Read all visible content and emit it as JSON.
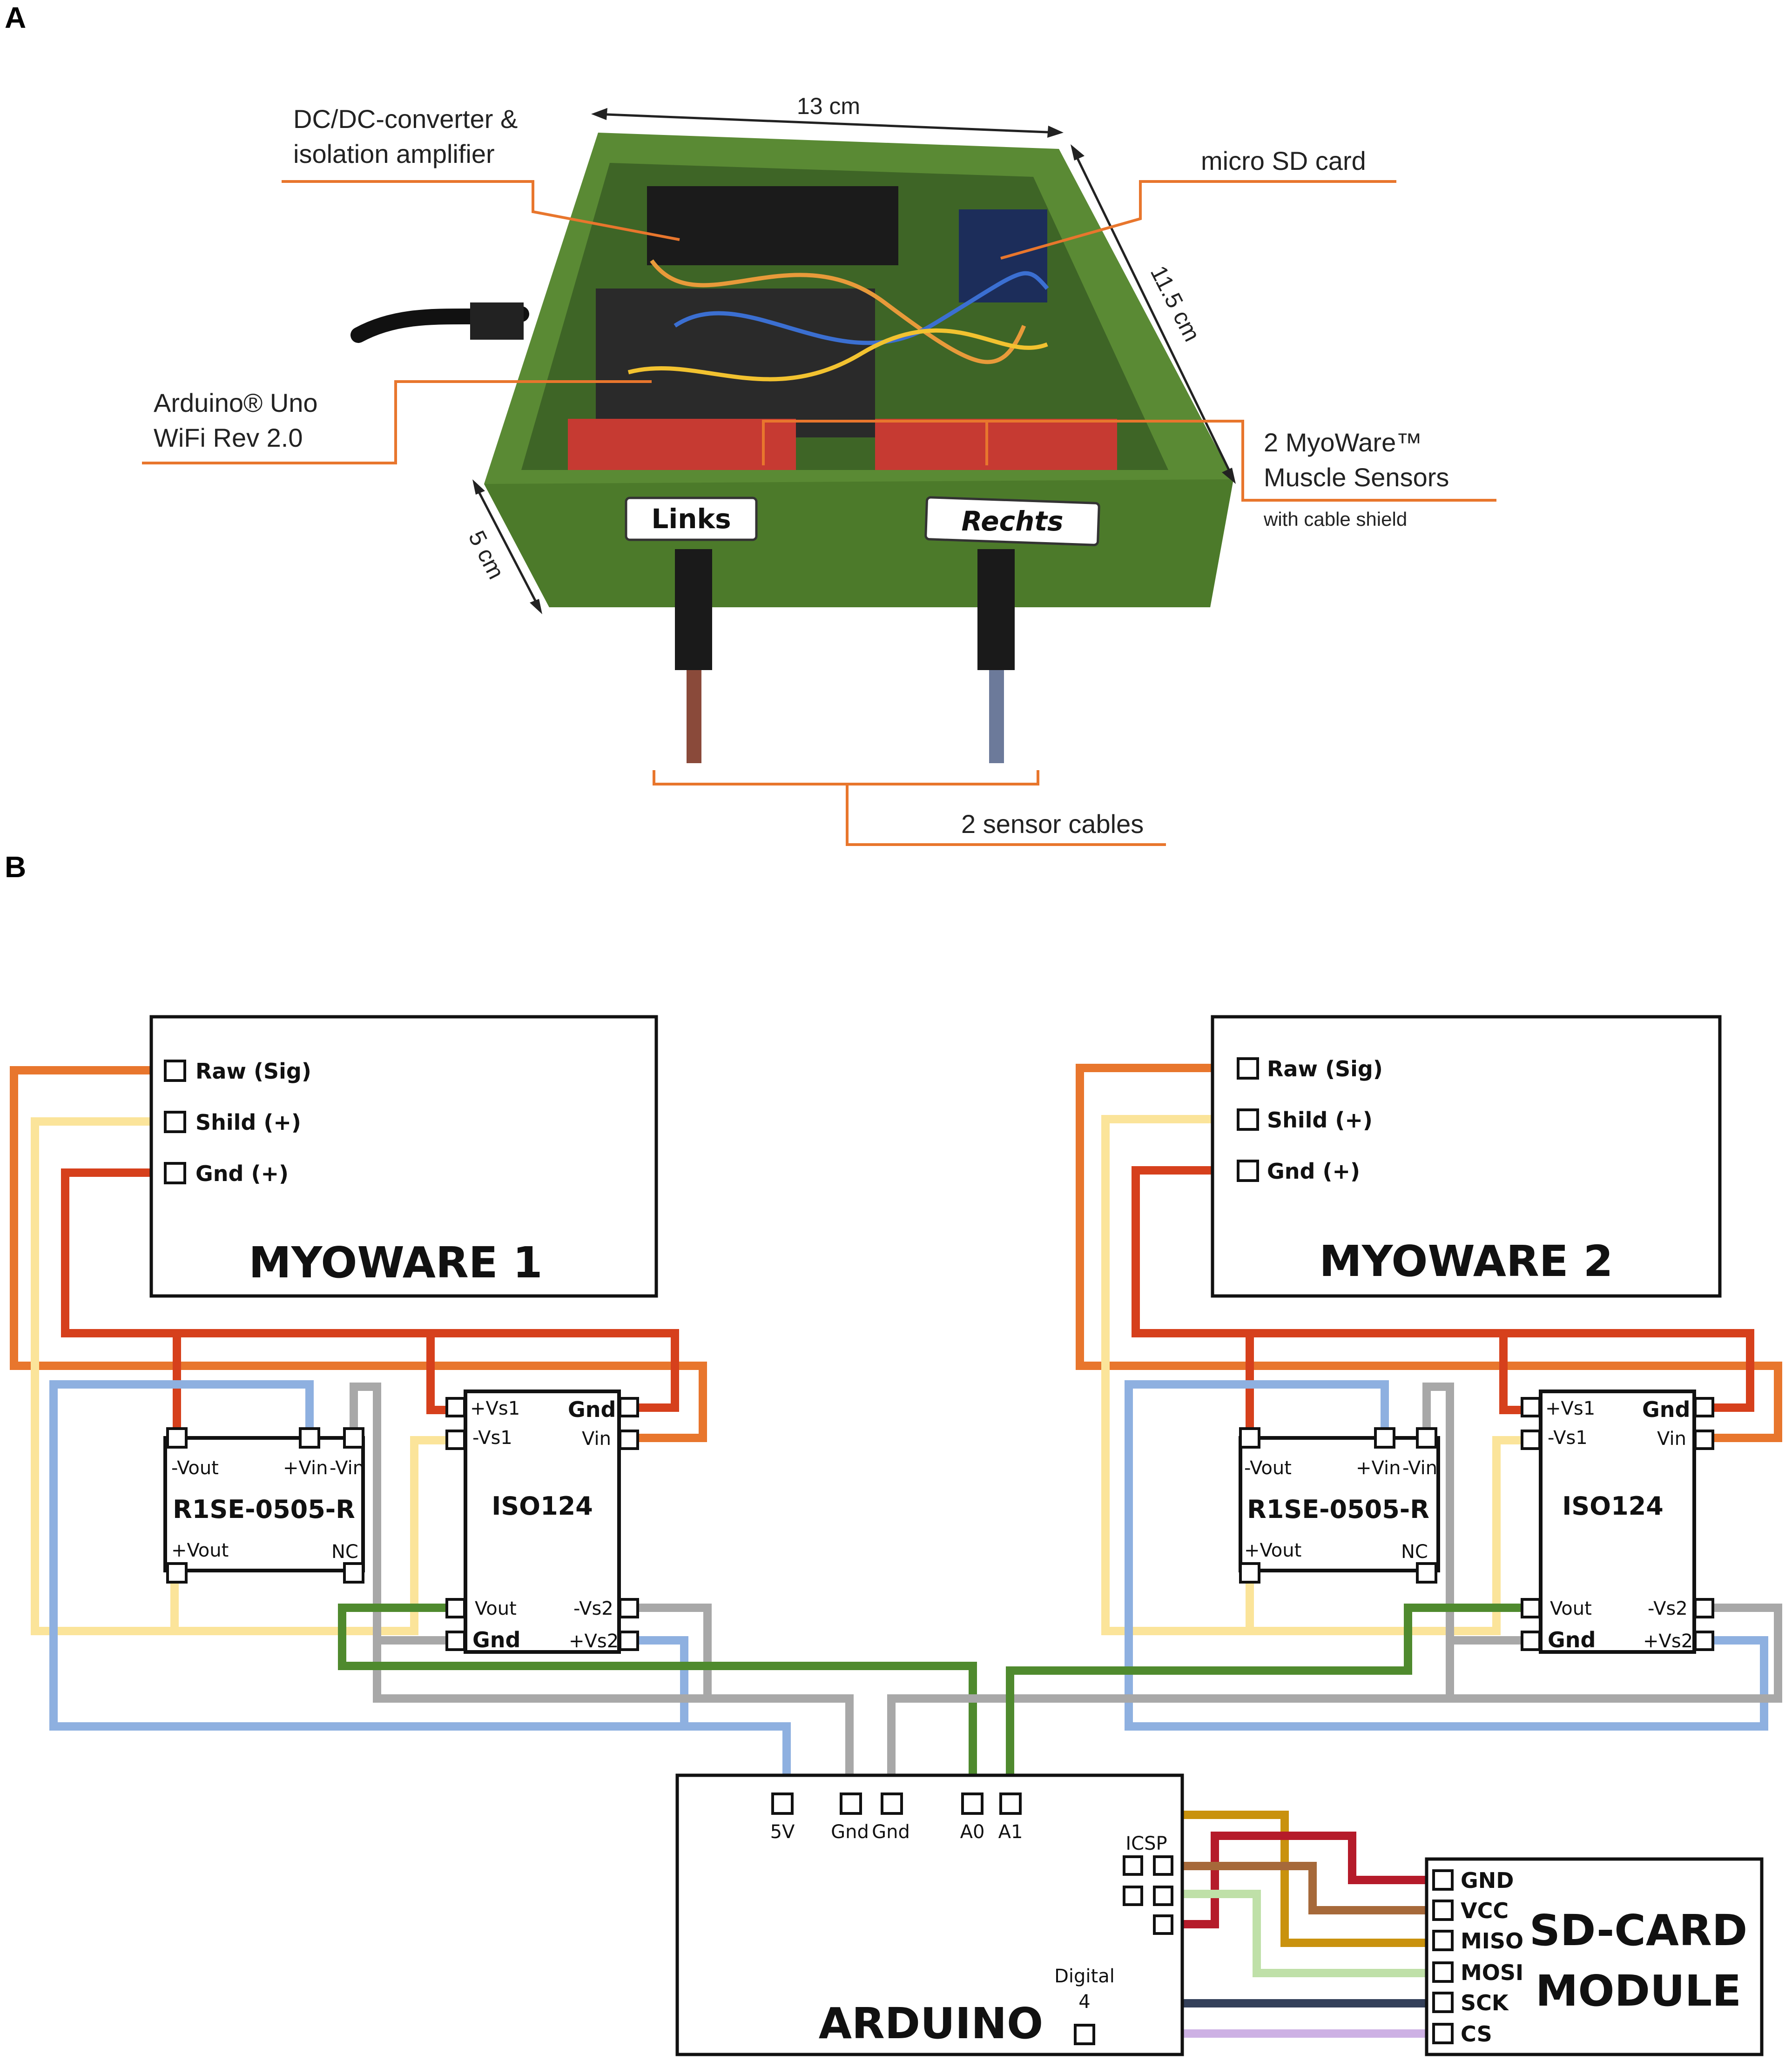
{
  "panel_a": {
    "letter": "A",
    "callouts": {
      "dcdc_line1": "DC/DC-converter &",
      "dcdc_line2": "isolation amplifier",
      "sd_card": "micro SD card",
      "arduino_line1": "Arduino® Uno",
      "arduino_line2": "WiFi Rev 2.0",
      "myoware_line1": "2 MyoWare™",
      "myoware_line2": "Muscle Sensors",
      "myoware_note": "with cable shield",
      "sensor_cables": "2 sensor cables"
    },
    "dimensions": {
      "width": "13 cm",
      "depth": "11.5 cm",
      "height": "5 cm"
    },
    "box_labels": {
      "left": "Links",
      "right": "Rechts"
    }
  },
  "panel_b": {
    "letter": "B",
    "myoware1": {
      "title": "MYOWARE 1",
      "pins": [
        "Raw (Sig)",
        "Shild (+)",
        "Gnd (+)"
      ]
    },
    "myoware2": {
      "title": "MYOWARE 2",
      "pins": [
        "Raw (Sig)",
        "Shild (+)",
        "Gnd (+)"
      ]
    },
    "converter": {
      "name": "R1SE-0505-R",
      "pin_vout_neg": "-Vout",
      "pin_vin_pos": "+Vin",
      "pin_vin_neg": "-Vin",
      "pin_vout_pos": "+Vout",
      "pin_nc": "NC"
    },
    "iso": {
      "name": "ISO124",
      "pin_vs1_pos": "+Vs1",
      "pin_vs1_neg": "-Vs1",
      "pin_gnd_top": "Gnd",
      "pin_vin": "Vin",
      "pin_vout": "Vout",
      "pin_gnd_bottom": "Gnd",
      "pin_vs2_neg": "-Vs2",
      "pin_vs2_pos": "+Vs2"
    },
    "arduino": {
      "title": "ARDUINO",
      "pins": [
        "5V",
        "Gnd",
        "Gnd",
        "A0",
        "A1"
      ],
      "icsp": "ICSP",
      "digital_line1": "Digital",
      "digital_line2": "4"
    },
    "sd_module": {
      "title_line1": "SD-CARD",
      "title_line2": "MODULE",
      "pins": [
        "GND",
        "VCC",
        "MISO",
        "MOSI",
        "SCK",
        "CS"
      ]
    }
  },
  "colors": {
    "orange": "#e8762d",
    "yellow": "#fbe49a",
    "red": "#d6401c",
    "blue": "#8eb0e0",
    "gray": "#a8a8a8",
    "green": "#4f8a2e",
    "mustard": "#c9920e",
    "darkred": "#b51b2a",
    "brown": "#a6693a",
    "lightgreen": "#bfe0a8",
    "navy": "#34405a",
    "lavender": "#cdb1e4",
    "box_green": "#5a8a34"
  }
}
